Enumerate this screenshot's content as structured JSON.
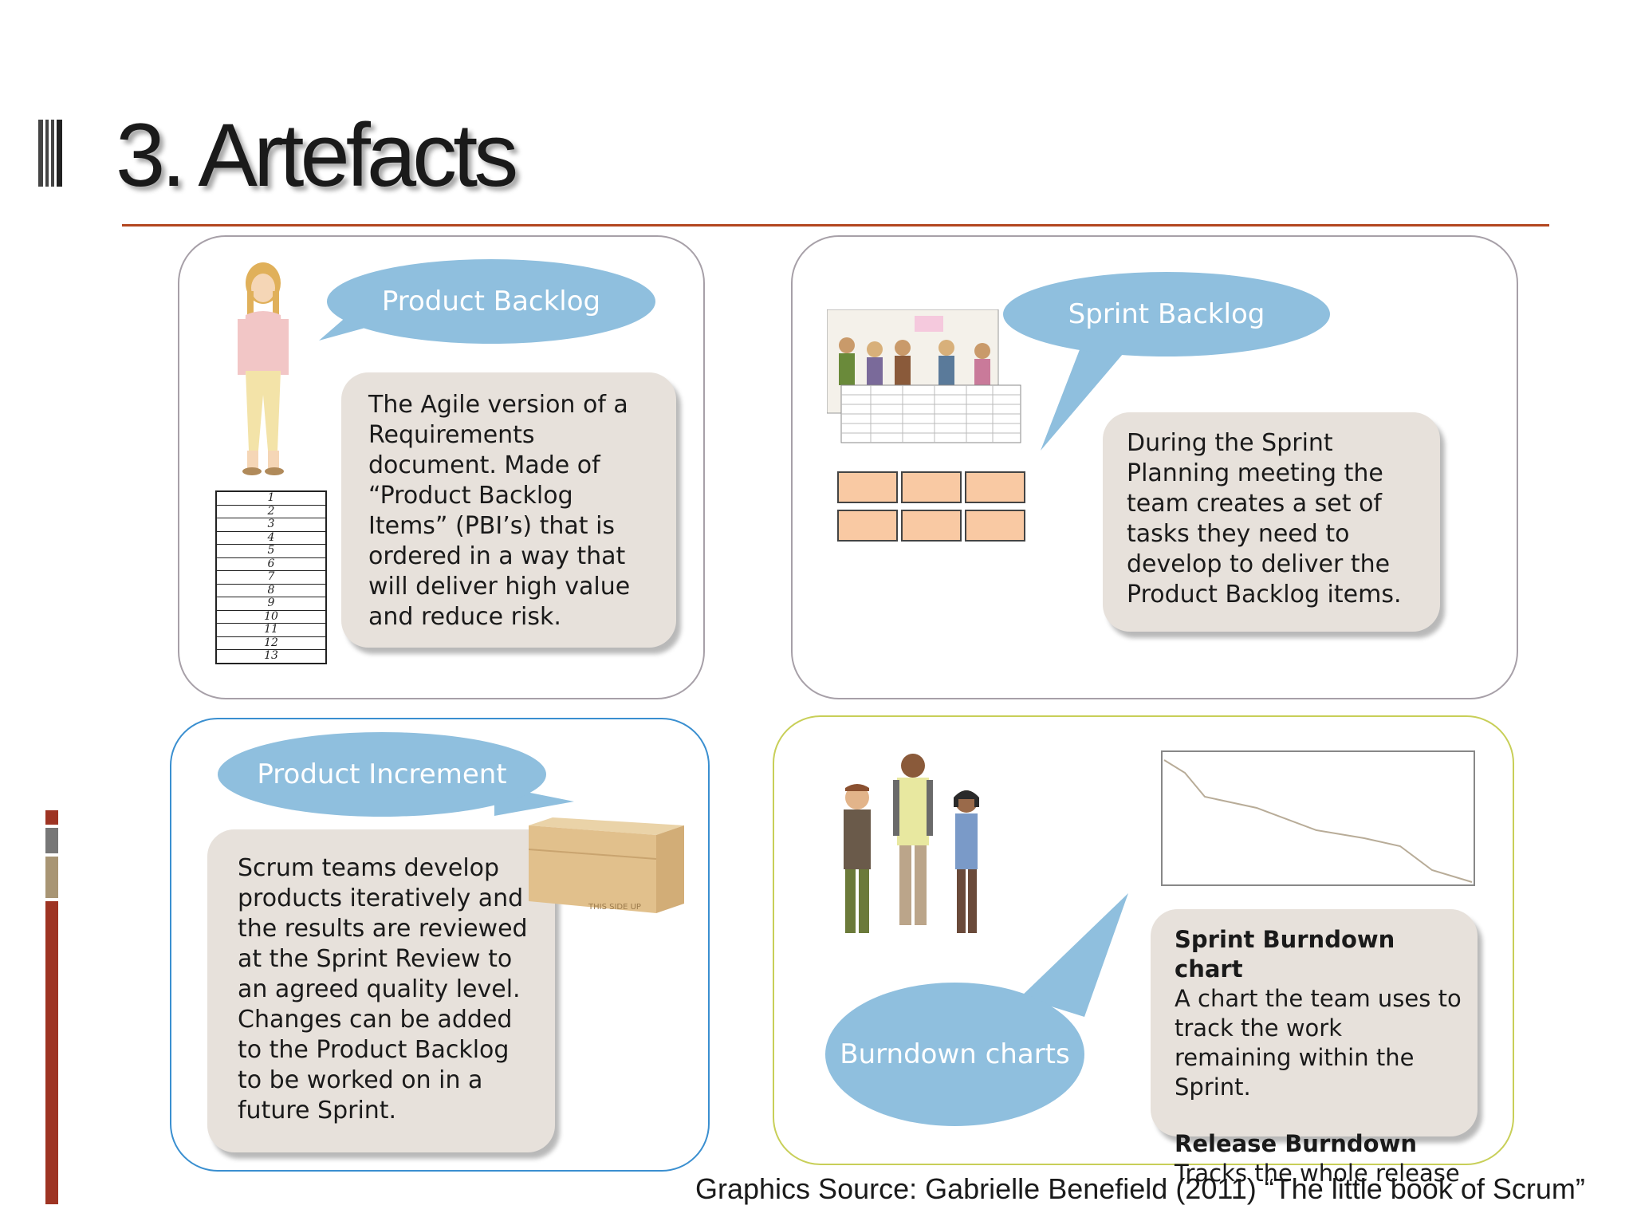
{
  "slide": {
    "title": "3. Artefacts",
    "source": "Graphics Source: Gabrielle Benefield (2011) “The little book of Scrum”"
  },
  "panels": {
    "product_backlog": {
      "bubble": "Product Backlog",
      "text": "The Agile version of a Requirements document.  Made of “Product Backlog Items” (PBI’s) that is ordered in a way that will deliver high value and reduce risk.",
      "list_numbers": [
        "1",
        "2",
        "3",
        "4",
        "5",
        "6",
        "7",
        "8",
        "9",
        "10",
        "11",
        "12",
        "13"
      ]
    },
    "sprint_backlog": {
      "bubble": "Sprint Backlog",
      "text": "During the Sprint Planning meeting the team creates a set of tasks they need to develop to deliver the Product Backlog items."
    },
    "product_increment": {
      "bubble": "Product Increment",
      "text": "Scrum teams develop products iteratively and the results are reviewed at the Sprint Review to an agreed quality level. Changes can be added to the Product Backlog to be worked on in a future Sprint.",
      "box_label": "THIS SIDE UP"
    },
    "burndown": {
      "bubble": "Burndown charts",
      "sprint_heading": "Sprint Burndown chart",
      "sprint_text": "A chart the team uses to track the work remaining within the Sprint.",
      "release_heading": "Release Burndown",
      "release_text": "Tracks the whole release"
    }
  },
  "colors": {
    "accent_rule": "#b3461f",
    "bubble": "#8fbfde",
    "textbox": "#e7e1db",
    "side_bar_red": "#9e3423",
    "side_bar_tan": "#a89574",
    "side_bar_gray": "#777777"
  }
}
